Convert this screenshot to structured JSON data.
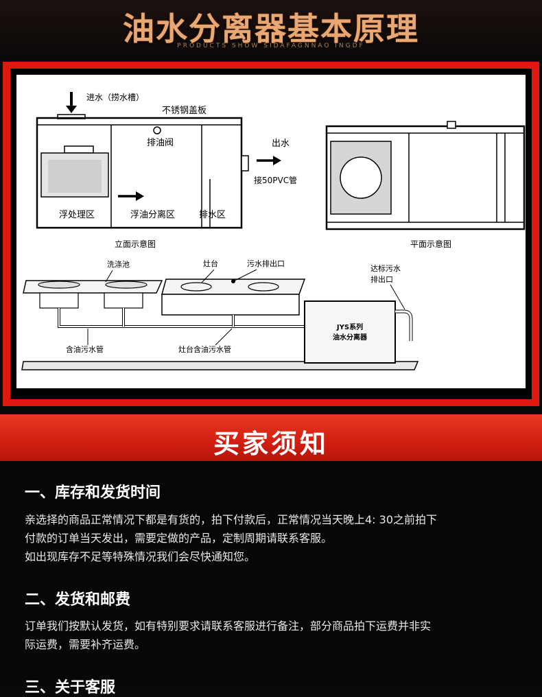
{
  "header": {
    "title": "油水分离器基本原理",
    "subtitle": "PRODUCTS SHOW SIDAFAGNNAO INGDF"
  },
  "diagram": {
    "inlet_label": "进水（捞水槽）",
    "cover_label": "不锈钢盖板",
    "oil_valve_label": "排油阀",
    "outlet_label": "出水",
    "pvc_label": "接50PVC管",
    "zone_treat": "浮处理区",
    "zone_separation": "浮油分离区",
    "zone_drain": "排水区",
    "elevation_caption": "立面示意图",
    "plan_caption": "平面示意图",
    "sink_label": "洗涤池",
    "stove_label": "灶台",
    "sewage_outlet_label": "污水排出口",
    "discharge_label_1": "达标污水",
    "discharge_label_2": "排出口",
    "oily_pipe_label": "含油污水管",
    "stove_pipe_label": "灶台含油污水管",
    "unit_label_1": "JYS系列",
    "unit_label_2": "油水分离器"
  },
  "notice": {
    "banner": "买家须知",
    "sections": [
      {
        "title": "一、库存和发货时间",
        "lines": [
          "亲选择的商品正常情况下都是有货的，拍下付款后，正常情况当天晚上4: 30之前拍下",
          "付款的订单当天发出，需要定做的产品，定制周期请联系客服。",
          "如出现库存不足等特殊情况我们会尽快通知您。"
        ]
      },
      {
        "title": "二、发货和邮费",
        "lines": [
          "订单我们按默认发货，如有特别要求请联系客服进行备注，部分商品拍下运费并非实",
          "际运费，需要补齐运费。"
        ]
      },
      {
        "title": "三、关于客服",
        "lines": []
      }
    ]
  }
}
